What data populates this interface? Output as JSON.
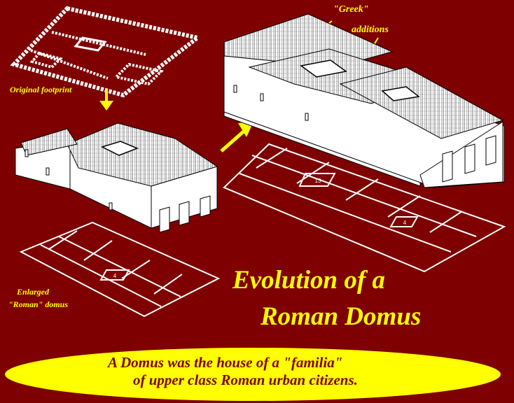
{
  "labels": {
    "original_footprint": "Original footprint",
    "enlarged_line1": "Enlarged",
    "enlarged_line2": "\"Roman\" domus",
    "greek": "\"Greek\"",
    "additions": "additions"
  },
  "title": {
    "line1": "Evolution of a",
    "line2": "Roman Domus"
  },
  "caption": {
    "line1": "A Domus was the house of a \"familia\"",
    "line2": "of upper class Roman urban citizens."
  },
  "plan_numbers": {
    "enlarged_impluvium": "4",
    "greek_large_impluvium": "13",
    "greek_small_impluvium": "4"
  },
  "colors": {
    "background": "#7e0000",
    "accent": "#ffff00",
    "banner_text": "#7e0000"
  }
}
